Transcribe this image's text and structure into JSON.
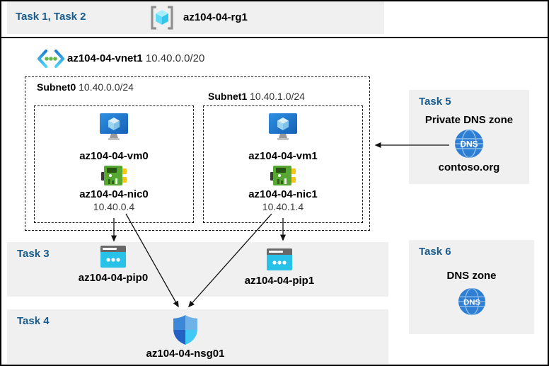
{
  "header": {
    "task_label": "Task 1, Task 2",
    "rg_name": "az104-04-rg1"
  },
  "vnet": {
    "name": "az104-04-vnet1",
    "cidr": "10.40.0.0/20"
  },
  "subnets": [
    {
      "label": "Subnet0",
      "cidr": "10.40.0.0/24",
      "vm": "az104-04-vm0",
      "nic": "az104-04-nic0",
      "ip": "10.40.0.4"
    },
    {
      "label": "Subnet1",
      "cidr": "10.40.1.0/24",
      "vm": "az104-04-vm1",
      "nic": "az104-04-nic1",
      "ip": "10.40.1.4"
    }
  ],
  "task3": {
    "label": "Task 3",
    "pips": [
      "az104-04-pip0",
      "az104-04-pip1"
    ]
  },
  "task4": {
    "label": "Task 4",
    "nsg": "az104-04-nsg01"
  },
  "task5": {
    "label": "Task 5",
    "title": "Private DNS zone",
    "zone": "contoso.org",
    "icon_text": "DNS"
  },
  "task6": {
    "label": "Task 6",
    "title": "DNS zone",
    "icon_text": "DNS"
  },
  "colors": {
    "task_label": "#1a5c8c",
    "panel_gray": "#f0f0f0",
    "border_black": "#000000",
    "azure_blue": "#1779c9",
    "cyan": "#35c8ec",
    "nic_green": "#57a832",
    "dns_blue": "#2e7fd3",
    "vnet_dot_green": "#67b84c",
    "pip_yellow_tab": "#f5c518"
  }
}
